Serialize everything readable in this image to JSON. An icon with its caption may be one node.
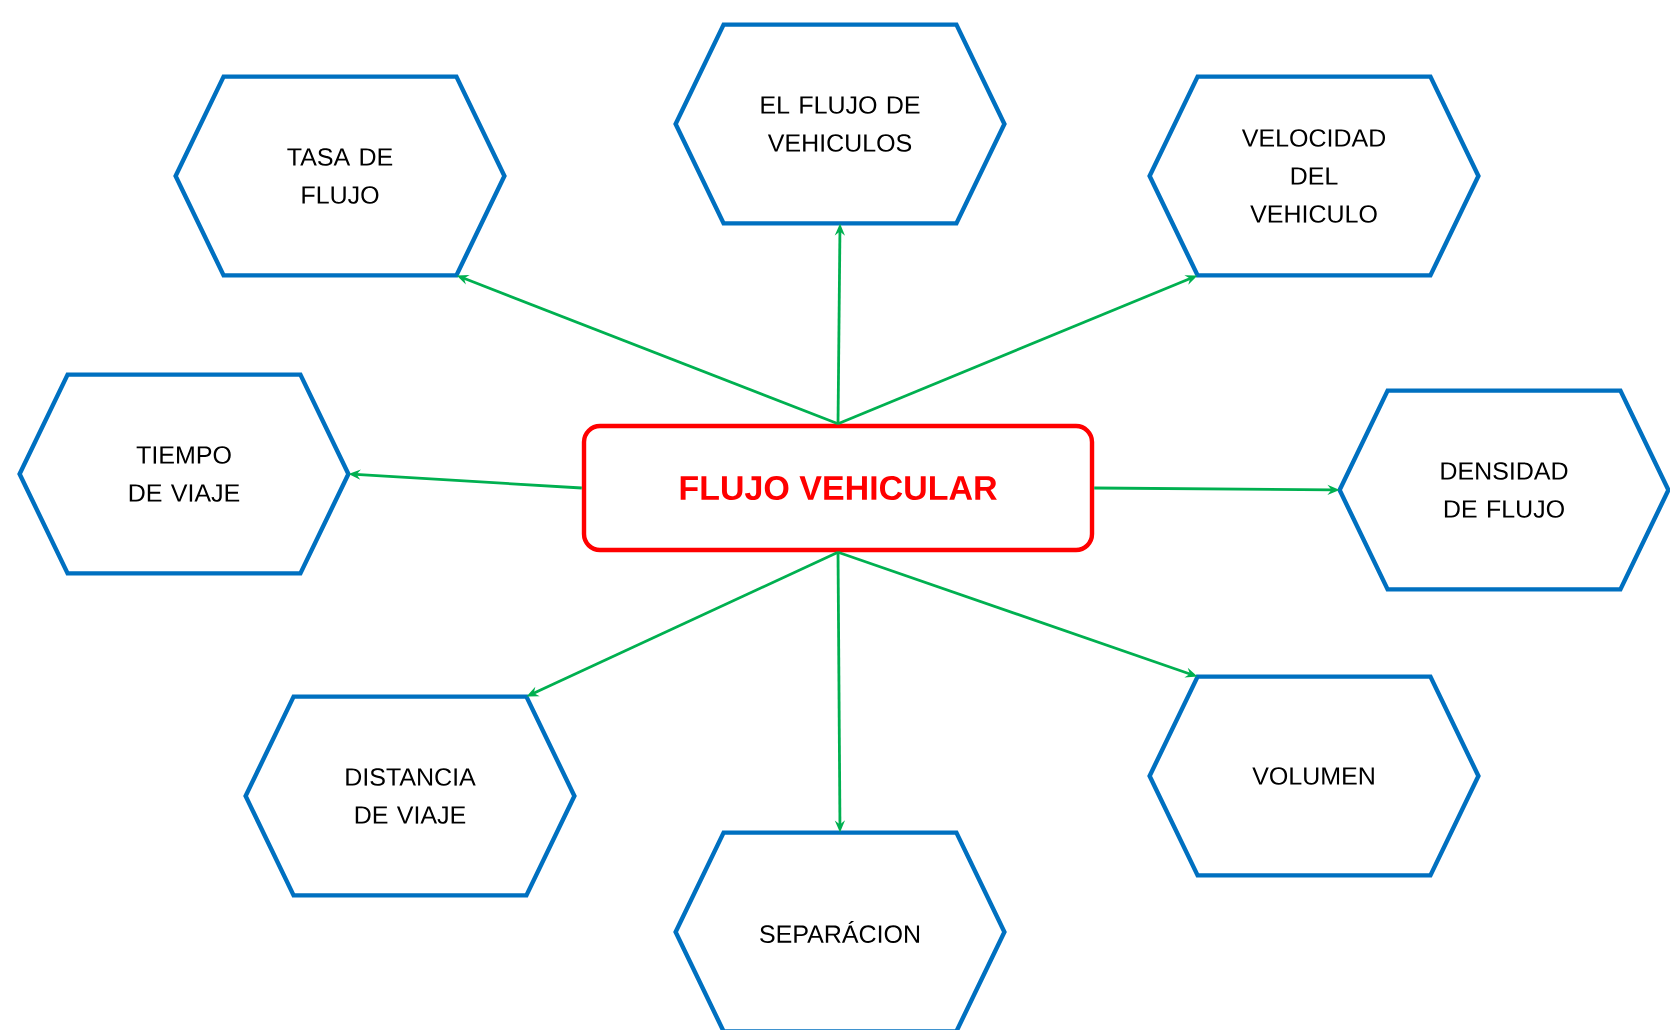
{
  "diagram": {
    "nodes": [
      {
        "text": [
          "FLUJO VEHICULAR"
        ]
      },
      {
        "text": [
          "EL FLUJO DE VEHICULOS"
        ]
      },
      {
        "text": [
          "TASA DE FLUJO"
        ]
      },
      {
        "text": [
          "VELOCIDAD DEL VEHICULO"
        ]
      },
      {
        "text": [
          "TIEMPO DE VIAJE"
        ]
      },
      {
        "text": [
          "DENSIDAD DE FLUJO"
        ]
      },
      {
        "text": [
          "DISTANCIA DE VIAJE"
        ]
      },
      {
        "text": [
          "VOLUMEN"
        ]
      },
      {
        "text": [
          "SEPARÁCION"
        ]
      }
    ],
    "edges": [
      {
        "from": 0,
        "to": 1,
        "arrow": "to"
      },
      {
        "from": 0,
        "to": 2,
        "arrow": "to"
      },
      {
        "from": 0,
        "to": 3,
        "arrow": "to"
      },
      {
        "from": 0,
        "to": 4,
        "arrow": "to"
      },
      {
        "from": 0,
        "to": 5,
        "arrow": "to"
      },
      {
        "from": 0,
        "to": 6,
        "arrow": "to"
      },
      {
        "from": 0,
        "to": 7,
        "arrow": "to"
      },
      {
        "from": 0,
        "to": 8,
        "arrow": "to"
      }
    ]
  }
}
